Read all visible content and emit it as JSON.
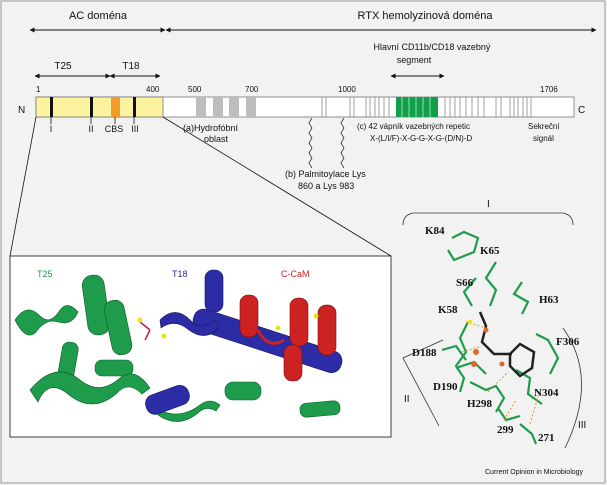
{
  "header": {
    "ac_domain": "AC doména",
    "rtx_domain": "RTX hemolyzinová doména",
    "t25": "T25",
    "t18": "T18",
    "binding_segment_line1": "Hlavní  CD11b/CD18 vazebný",
    "binding_segment_line2": "segment"
  },
  "scale": {
    "pos_1": "1",
    "pos_400": "400",
    "pos_500": "500",
    "pos_700": "700",
    "pos_1000": "1000",
    "pos_1706": "1706",
    "n_term": "N",
    "c_term": "C"
  },
  "ac_regions": {
    "r1": "I",
    "r2": "II",
    "cbs": "CBS",
    "r3": "III"
  },
  "annotations": {
    "a_line1": "(a)Hydrofóbní",
    "a_line2": "oblast",
    "b_line1": "(b) Palmitoylace Lys",
    "b_line2": "860 a Lys 983",
    "c_line1": "(c) 42 vápník vazebných repetic",
    "c_line2": "X-(L/I/F)-X-G-G-X-G-(D/N)-D",
    "sec_line1": "Sekreční",
    "sec_line2": "signál"
  },
  "structure": {
    "t25": "T25",
    "t18": "T18",
    "ccam": "C-CaM"
  },
  "residues": {
    "group_i": "I",
    "group_ii": "II",
    "group_iii": "III",
    "k84": "K84",
    "k65": "K65",
    "s66": "S66",
    "h63": "H63",
    "k58": "K58",
    "f306": "F306",
    "d188": "D188",
    "d190": "D190",
    "n304": "N304",
    "h298": "H298",
    "r299": "299",
    "r271": "271"
  },
  "footer": {
    "credit": "Current Opinion in Microbiology"
  },
  "colors": {
    "ac_fill": "#fbf3a0",
    "cbs": "#f39a2c",
    "binding": "#10a049",
    "t25": "#1e9c4c",
    "t18": "#2c2ca6",
    "ccam": "#cc2222",
    "hydro": "#bdbdbd"
  }
}
